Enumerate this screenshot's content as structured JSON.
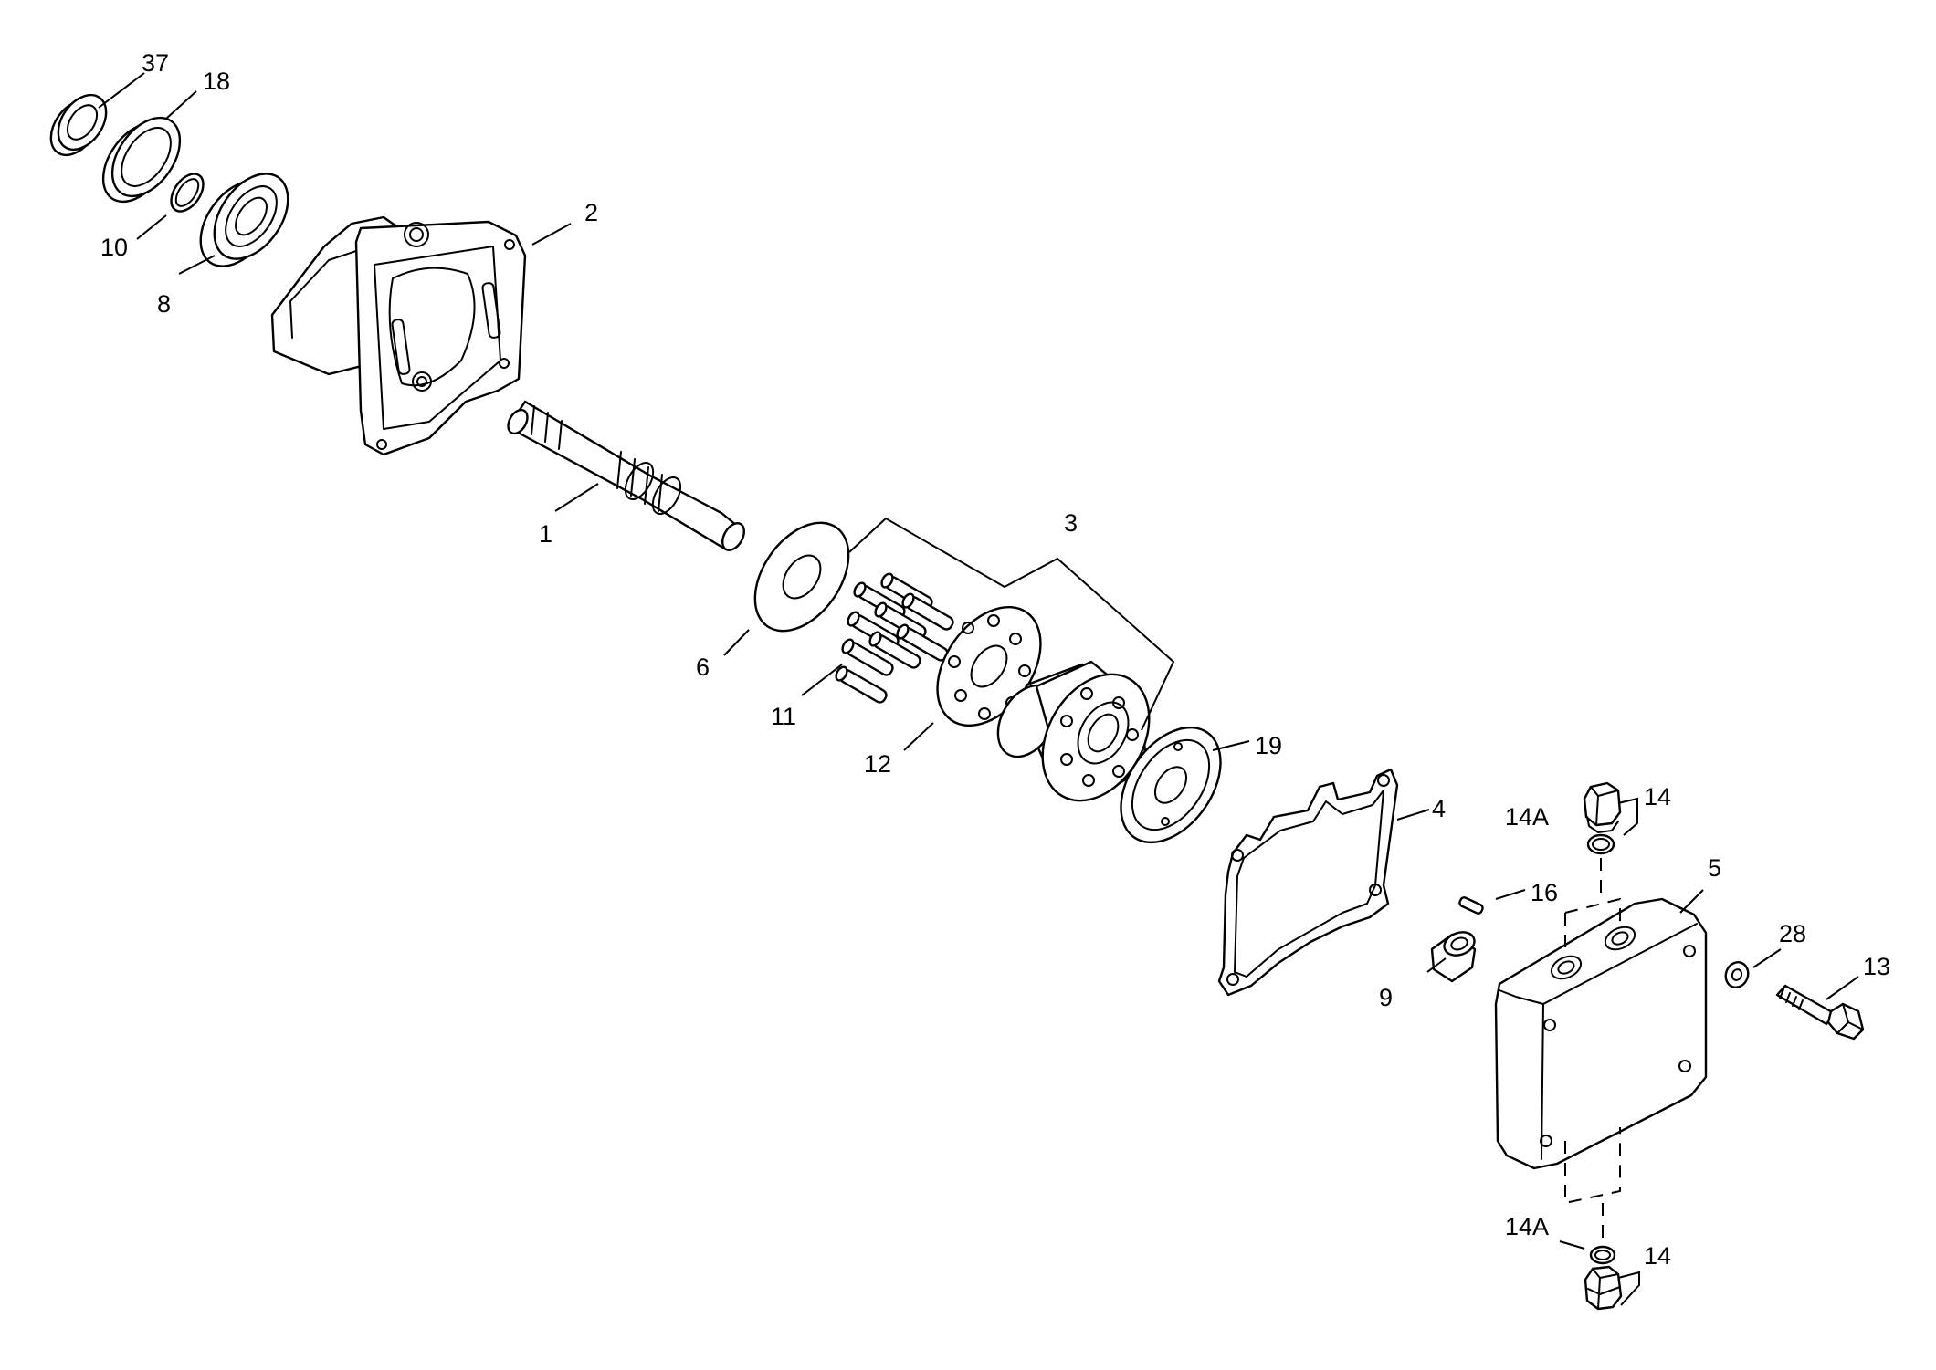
{
  "callouts": {
    "c37": "37",
    "c18": "18",
    "c10": "10",
    "c8": "8",
    "c2": "2",
    "c1": "1",
    "c3": "3",
    "c6": "6",
    "c11": "11",
    "c12": "12",
    "c19": "19",
    "c4": "4",
    "c14_top": "14",
    "c14a_top": "14A",
    "c16": "16",
    "c5": "5",
    "c9": "9",
    "c28": "28",
    "c13": "13",
    "c14a_bottom": "14A",
    "c14_bottom": "14"
  }
}
